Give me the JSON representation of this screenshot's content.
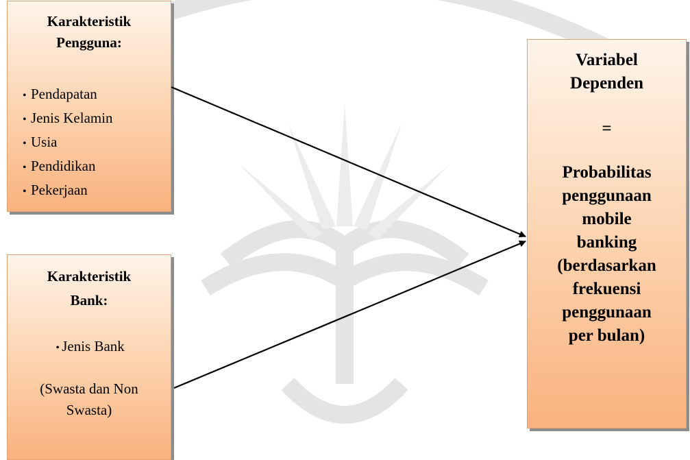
{
  "user_box": {
    "title_line1": "Karakteristik",
    "title_line2": "Pengguna:",
    "items": [
      "Pendapatan",
      "Jenis Kelamin",
      "Usia",
      "Pendidikan",
      "Pekerjaan"
    ]
  },
  "bank_box": {
    "title_line1": "Karakteristik",
    "title_line2": "Bank:",
    "item": "Jenis Bank",
    "note_line1": "(Swasta dan Non",
    "note_line2": "Swasta)"
  },
  "dependent_box": {
    "heading_line1": "Variabel",
    "heading_line2": "Dependen",
    "equals": "=",
    "lines": [
      "Probabilitas",
      "penggunaan",
      "mobile",
      "banking",
      "(berdasarkan",
      "frekuensi",
      "penggunaan",
      "per bulan)"
    ]
  },
  "colors": {
    "box_fill_top": "#fff4ea",
    "box_fill_bottom": "#f9b27f",
    "box_border": "#e0a070",
    "box_shadow": "#8c8c8c",
    "arrow": "#000000",
    "watermark": "#e6e6e6"
  },
  "connections": [
    {
      "from": "user_box",
      "to": "dependent_box"
    },
    {
      "from": "bank_box",
      "to": "dependent_box"
    }
  ]
}
